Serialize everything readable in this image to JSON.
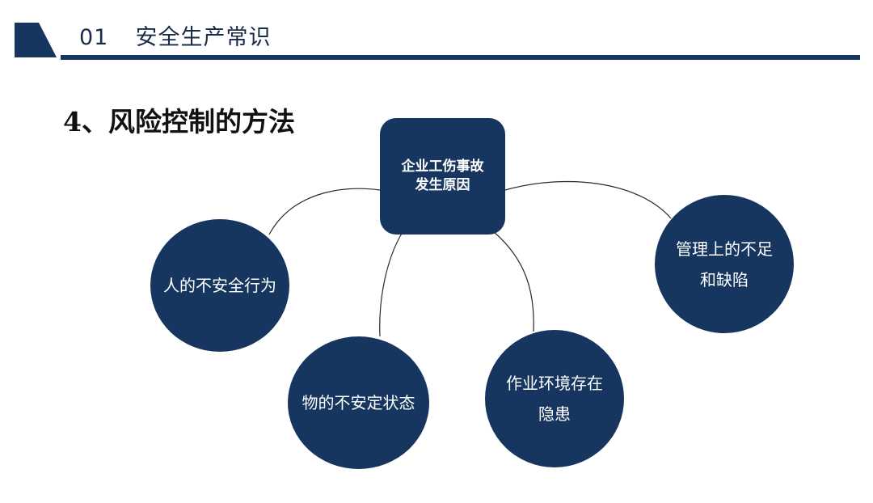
{
  "header": {
    "number": "01",
    "title": "安全生产常识"
  },
  "section": {
    "title": "4、风险控制的方法"
  },
  "diagram": {
    "center": {
      "line1": "企业工伤事故",
      "line2": "发生原因"
    },
    "causes": [
      {
        "lines": [
          "人的不安全行为"
        ]
      },
      {
        "lines": [
          "物的不安定状态"
        ]
      },
      {
        "lines": [
          "作业环境存在",
          "隐患"
        ]
      },
      {
        "lines": [
          "管理上的不足",
          "和缺陷"
        ]
      }
    ]
  },
  "colors": {
    "primary": "#16365f",
    "text_light": "#ffffff",
    "connector": "#2a2a2a"
  }
}
